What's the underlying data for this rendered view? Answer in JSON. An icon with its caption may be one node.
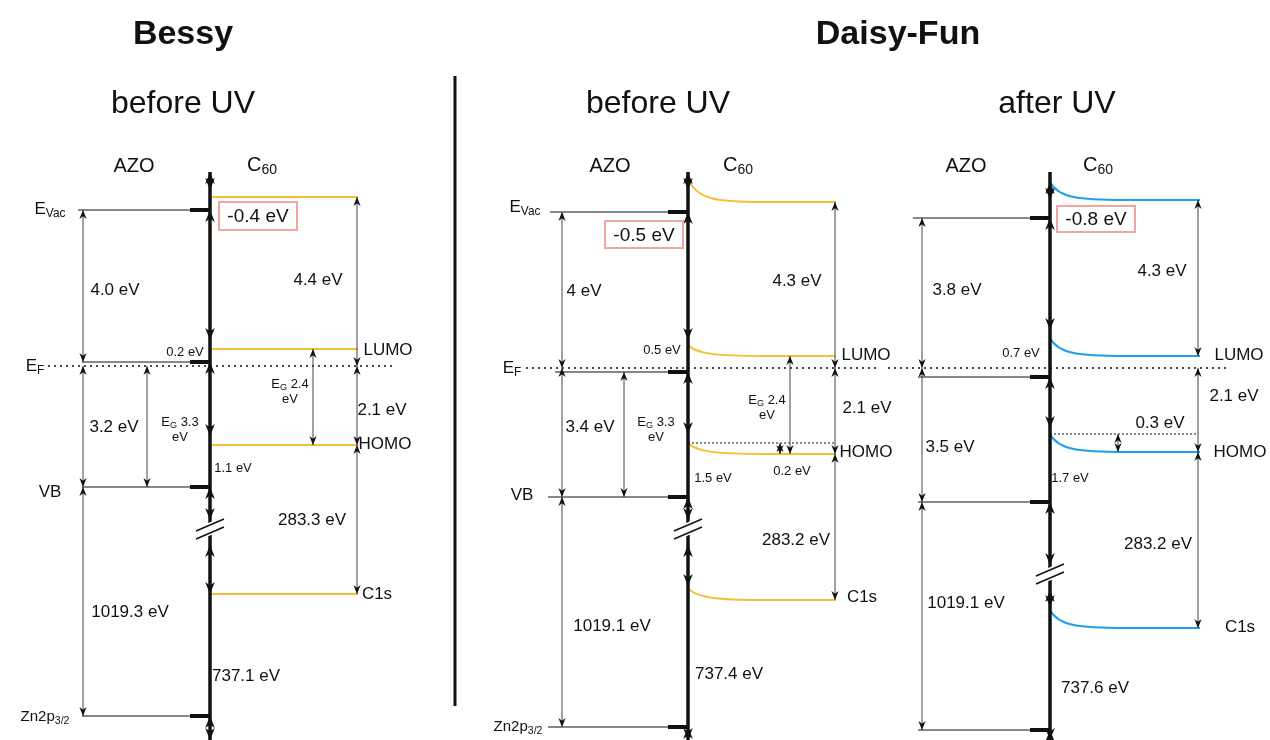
{
  "diagram": {
    "nodes": [
      {
        "text": [
          "-0.4 eV"
        ]
      },
      {
        "text": [
          "-0.5 eV"
        ]
      },
      {
        "text": [
          "-0.8 eV"
        ]
      }
    ],
    "labels": [
      "Bessy",
      "Daisy-Fun",
      "before UV",
      "before UV",
      "after UV",
      "AZO",
      "C$_{60}$",
      "E$_{Vac}$",
      "4.0 eV",
      "4.4 eV",
      "0.2 eV",
      "LUMO",
      "E$_{F}$",
      "3.2 eV",
      "E$_{G}$ 3.3 eV",
      "E$_{G}$ 2.4 eV",
      "2.1 eV",
      "HOMO",
      "1.1 eV",
      "VB",
      "283.3 eV",
      "C1s",
      "1019.3 eV",
      "737.1 eV",
      "Zn2p$_{3/2}$",
      "AZO",
      "C$_{60}$",
      "E$_{Vac}$",
      "4 eV",
      "4.3 eV",
      "0.5 eV",
      "LUMO",
      "E$_{F}$",
      "3.4 eV",
      "E$_{G}$ 3.3 eV",
      "E$_{G}$ 2.4 eV",
      "2.1 eV",
      "HOMO",
      "0.2 eV",
      "1.5 eV",
      "VB",
      "283.2 eV",
      "C1s",
      "1019.1 eV",
      "737.4 eV",
      "Zn2p$_{3/2}$",
      "AZO",
      "C$_{60}$",
      "3.8 eV",
      "4.3 eV",
      "0.7 eV",
      "LUMO",
      "2.1 eV",
      "0.3 eV",
      "3.5 eV",
      "HOMO",
      "1.7 eV",
      "283.2 eV",
      "C1s",
      "1019.1 eV",
      "737.6 eV"
    ]
  }
}
